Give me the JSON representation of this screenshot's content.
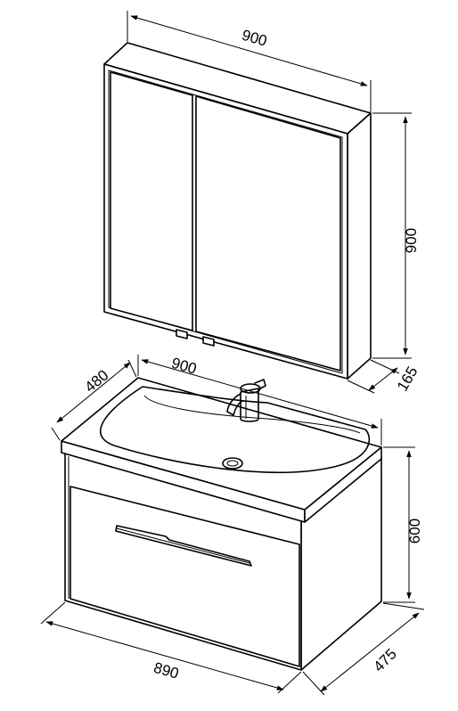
{
  "mirror_cabinet": {
    "width_label": "900",
    "height_label": "900",
    "depth_label": "165"
  },
  "vanity": {
    "basin_width_label": "900",
    "basin_depth_label": "480",
    "height_label": "600",
    "cabinet_width_label": "890",
    "cabinet_depth_label": "475"
  }
}
